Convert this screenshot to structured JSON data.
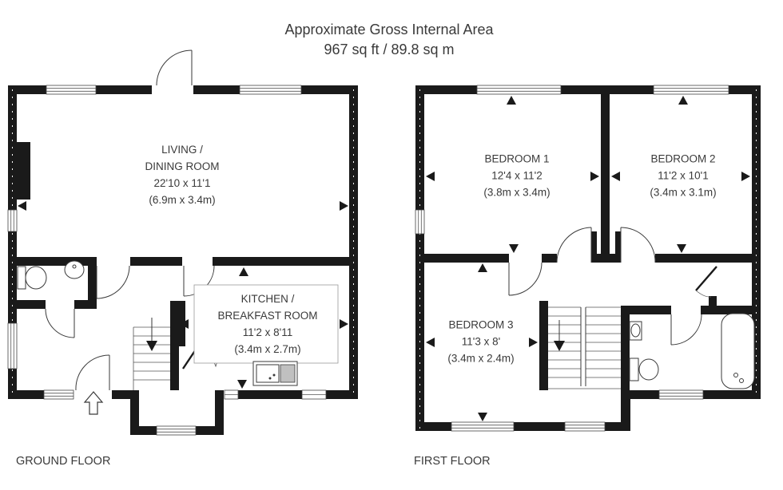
{
  "title": {
    "line1": "Approximate Gross Internal Area",
    "line2": "967 sq ft / 89.8 sq m"
  },
  "floors": [
    {
      "label": "GROUND FLOOR",
      "rooms": [
        {
          "name": "LIVING /\nDINING ROOM",
          "imperial": "22'10 x 11'1",
          "metric": "(6.9m x 3.4m)"
        },
        {
          "name": "KITCHEN /\nBREAKFAST ROOM",
          "imperial": "11'2 x 8'11",
          "metric": "(3.4m x 2.7m)"
        }
      ]
    },
    {
      "label": "FIRST FLOOR",
      "rooms": [
        {
          "name": "BEDROOM 1",
          "imperial": "12'4 x 11'2",
          "metric": "(3.8m x 3.4m)"
        },
        {
          "name": "BEDROOM 2",
          "imperial": "11'2 x 10'1",
          "metric": "(3.4m x 3.1m)"
        },
        {
          "name": "BEDROOM 3",
          "imperial": "11'3 x 8'",
          "metric": "(3.4m x 2.4m)"
        }
      ]
    }
  ],
  "fixtures": [
    "toilet",
    "basin",
    "kitchen-sink",
    "bathtub",
    "stairs",
    "entrance-arrow"
  ],
  "colors": {
    "wall": "#1a1a1a",
    "line": "#3a3a3a",
    "text": "#3a3a3a",
    "drainer_fill": "#c0c0c0"
  }
}
